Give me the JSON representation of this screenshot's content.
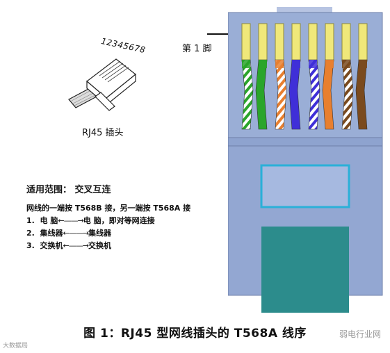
{
  "plug": {
    "numbers": "12345678",
    "caption": "RJ45 插头"
  },
  "pin1_label": "第 1 脚",
  "usage": {
    "title": "适用范围：  交叉互连",
    "description": "网线的一端按 T568B 接，另一端按 T568A 接",
    "rows": [
      {
        "num": "1.",
        "left": "电  脑",
        "right": "电  脑，即对等网连接"
      },
      {
        "num": "2.",
        "left": "集线器",
        "right": "集线器"
      },
      {
        "num": "3.",
        "left": "交换机",
        "right": "交换机"
      }
    ]
  },
  "caption": "图 1：RJ45 型网线插头的 T568A 线序",
  "watermark_left": "大数据局",
  "watermark_right": "弱电行业网",
  "wire_colors": {
    "green": "#2aa52a",
    "orange": "#e87f2f",
    "blue": "#3f2fd8",
    "brown": "#7a4a1e",
    "white": "#ffffff",
    "contact": "#f0e87a",
    "housing": "#9aaed6",
    "cable": "#2c8c8c"
  },
  "wires": [
    {
      "color": "green",
      "striped": true
    },
    {
      "color": "green",
      "striped": false
    },
    {
      "color": "orange",
      "striped": true
    },
    {
      "color": "blue",
      "striped": false
    },
    {
      "color": "blue",
      "striped": true
    },
    {
      "color": "orange",
      "striped": false
    },
    {
      "color": "brown",
      "striped": true
    },
    {
      "color": "brown",
      "striped": false
    }
  ]
}
